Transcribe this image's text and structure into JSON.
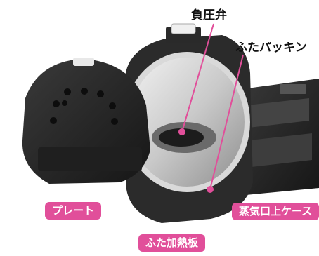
{
  "callouts": {
    "negative_pressure_valve": "負圧弁",
    "lid_packing": "ふたパッキン"
  },
  "badges": {
    "plate": "プレート",
    "steam_vent_cover": "蒸気口上ケース",
    "lid_heating_plate": "ふた加熱板"
  },
  "colors": {
    "badge": "#e14f9a",
    "leader_line": "#e14f9a"
  }
}
